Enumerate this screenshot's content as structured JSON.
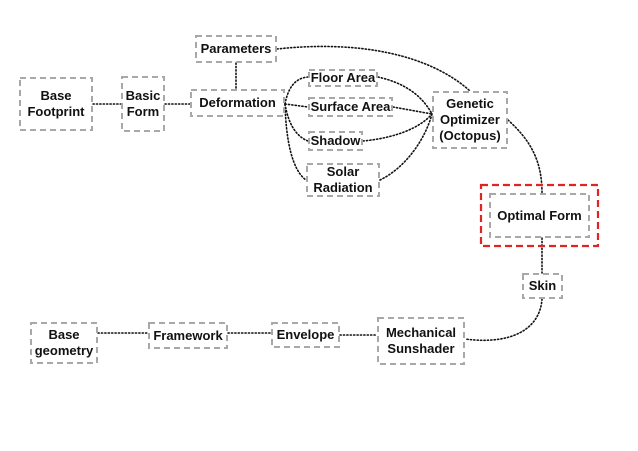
{
  "diagram": {
    "highlight_color": "#e02424",
    "box_border_color": "#a8a8a8",
    "nodes": [
      {
        "id": "base-footprint",
        "label": "Base\nFootprint"
      },
      {
        "id": "basic-form",
        "label": "Basic\nForm"
      },
      {
        "id": "parameters",
        "label": "Parameters"
      },
      {
        "id": "deformation",
        "label": "Deformation"
      },
      {
        "id": "floor-area",
        "label": "Floor Area"
      },
      {
        "id": "surface-area",
        "label": "Surface Area"
      },
      {
        "id": "shadow",
        "label": "Shadow"
      },
      {
        "id": "solar-radiation",
        "label": "Solar\nRadiation"
      },
      {
        "id": "genetic-optimizer",
        "label": "Genetic\nOptimizer\n(Octopus)"
      },
      {
        "id": "optimal-form",
        "label": "Optimal Form",
        "highlighted": true
      },
      {
        "id": "skin",
        "label": "Skin"
      },
      {
        "id": "base-geometry",
        "label": "Base\ngeometry"
      },
      {
        "id": "framework",
        "label": "Framework"
      },
      {
        "id": "envelope",
        "label": "Envelope"
      },
      {
        "id": "mechanical-sunshader",
        "label": "Mechanical\nSunshader"
      }
    ],
    "edges": [
      {
        "from": "base-footprint",
        "to": "basic-form"
      },
      {
        "from": "basic-form",
        "to": "deformation"
      },
      {
        "from": "parameters",
        "to": "deformation"
      },
      {
        "from": "parameters",
        "to": "genetic-optimizer"
      },
      {
        "from": "deformation",
        "to": "floor-area"
      },
      {
        "from": "deformation",
        "to": "surface-area"
      },
      {
        "from": "deformation",
        "to": "shadow"
      },
      {
        "from": "deformation",
        "to": "solar-radiation"
      },
      {
        "from": "floor-area",
        "to": "genetic-optimizer"
      },
      {
        "from": "surface-area",
        "to": "genetic-optimizer"
      },
      {
        "from": "shadow",
        "to": "genetic-optimizer"
      },
      {
        "from": "solar-radiation",
        "to": "genetic-optimizer"
      },
      {
        "from": "genetic-optimizer",
        "to": "optimal-form"
      },
      {
        "from": "optimal-form",
        "to": "skin"
      },
      {
        "from": "skin",
        "to": "mechanical-sunshader"
      },
      {
        "from": "base-geometry",
        "to": "framework"
      },
      {
        "from": "framework",
        "to": "envelope"
      },
      {
        "from": "envelope",
        "to": "mechanical-sunshader"
      }
    ]
  }
}
